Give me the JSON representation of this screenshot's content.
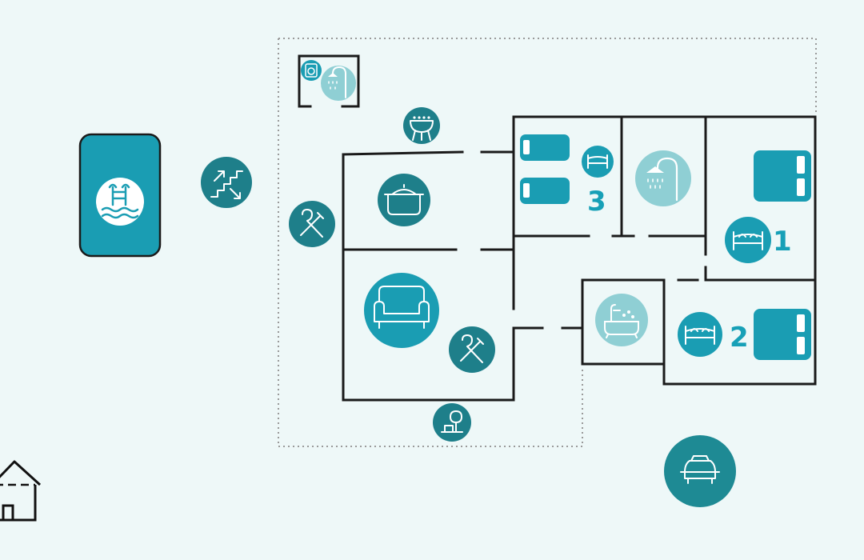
{
  "colors": {
    "background": "#eef8f8",
    "teal": "#1a9db3",
    "dark_teal": "#1e7f8a",
    "light_teal": "#8fcfd4",
    "wall": "#1a1a1a",
    "label": "#17a0b7"
  },
  "rooms": {
    "bedroom_1": {
      "label": "1"
    },
    "bedroom_2": {
      "label": "2"
    },
    "bedroom_3": {
      "label": "3"
    }
  },
  "icons": [
    "pool-icon",
    "stairs-icon",
    "laundry-icon",
    "outdoor-shower-icon",
    "bbq-icon",
    "kitchen-icon",
    "dining-icon",
    "living-room-icon",
    "bed-icon",
    "shower-icon",
    "bathtub-icon",
    "garden-icon",
    "car-icon",
    "house-icon"
  ]
}
